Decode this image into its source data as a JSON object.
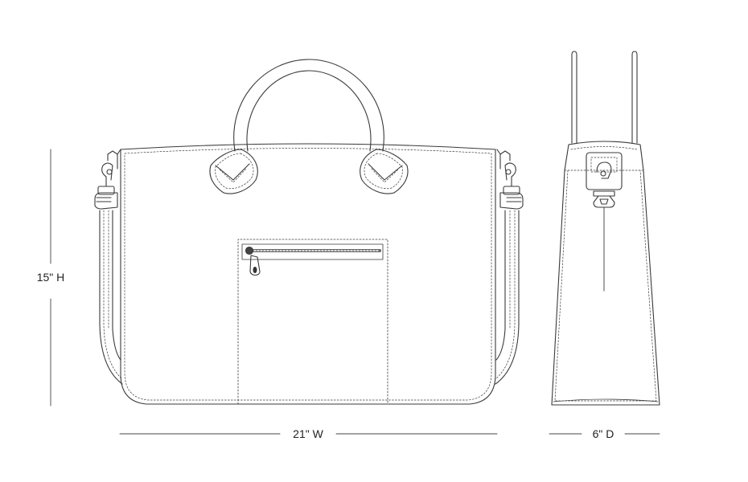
{
  "dimensions": {
    "height": "15\" H",
    "width": "21\" W",
    "depth": "6\" D"
  },
  "colors": {
    "line": "#3a3a3a",
    "stitch": "#555555",
    "zipper": "#666666",
    "background": "#ffffff"
  }
}
